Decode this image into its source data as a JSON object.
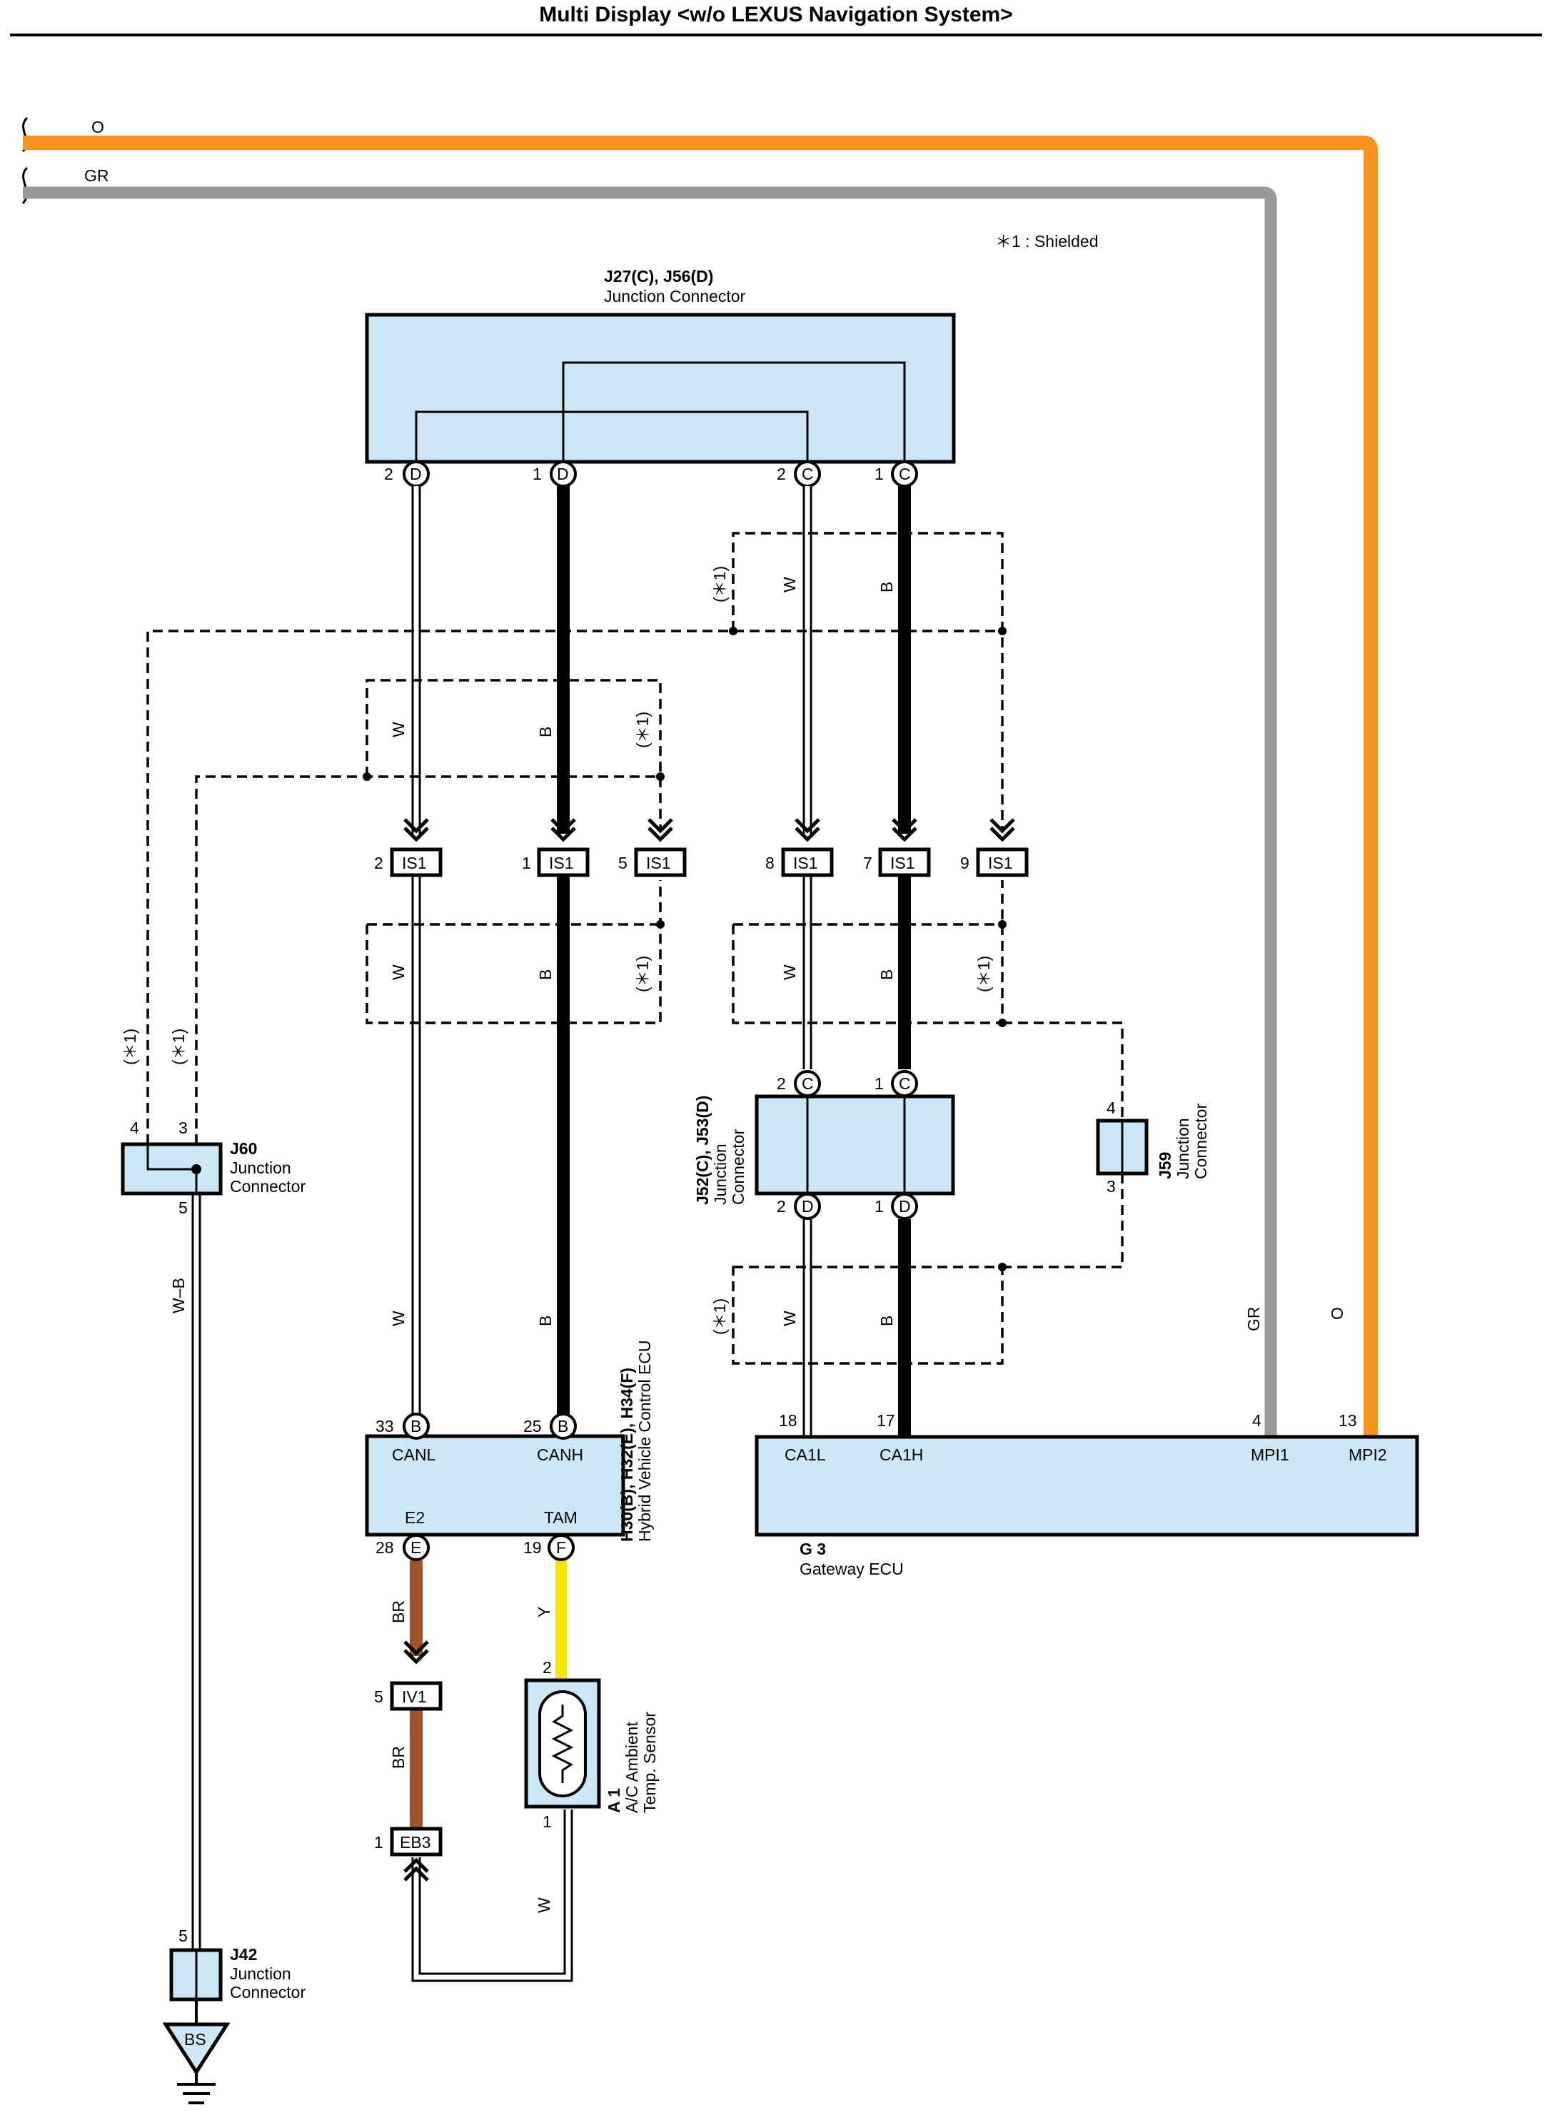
{
  "title": "Multi Display <w/o LEXUS Navigation System>",
  "note": "＊1 : Shielded",
  "colors": {
    "orange": "#f7931e",
    "gray": "#999999",
    "brown": "#a0522d",
    "yellow": "#f5e500",
    "white_wire": "#ffffff",
    "black_wire": "#000000",
    "box_fill": "#cce8f6"
  },
  "wire_codes": {
    "O": "O",
    "GR": "GR",
    "W": "W",
    "B": "B",
    "WB": "W–B",
    "BR": "BR",
    "Y": "Y",
    "shield": "(＊1)"
  },
  "connectors": {
    "j27": {
      "id": "J27(C), J56(D)",
      "name": "Junction Connector",
      "pins": [
        "2",
        "1",
        "2",
        "1"
      ],
      "letters": [
        "D",
        "D",
        "C",
        "C"
      ]
    },
    "is1": {
      "name": "IS1",
      "pins": [
        "2",
        "1",
        "5",
        "8",
        "7",
        "9"
      ]
    },
    "j52": {
      "id": "J52(C), J53(D)",
      "name_line1": "Junction",
      "name_line2": "Connector",
      "top_pins": [
        "2",
        "1"
      ],
      "top_letters": [
        "C",
        "C"
      ],
      "bottom_pins": [
        "2",
        "1"
      ],
      "bottom_letters": [
        "D",
        "D"
      ]
    },
    "j59": {
      "id": "J59",
      "name_line1": "Junction",
      "name_line2": "Connector",
      "pin_top": "4",
      "pin_bottom": "3"
    },
    "j60": {
      "id": "J60",
      "name_line1": "Junction",
      "name_line2": "Connector",
      "pin_a": "4",
      "pin_b": "3",
      "pin_c": "5"
    },
    "j42": {
      "id": "J42",
      "name_line1": "Junction",
      "name_line2": "Connector",
      "pin": "5"
    },
    "hv": {
      "id": "H30(B), H32(E), H34(F)",
      "name": "Hybrid Vehicle Control ECU",
      "pin_canl": "33",
      "pin_canh": "25",
      "pin_e2": "28",
      "pin_tam": "19",
      "let_canl": "B",
      "let_canh": "B",
      "let_e2": "E",
      "let_tam": "F",
      "canl": "CANL",
      "canh": "CANH",
      "e2": "E2",
      "tam": "TAM"
    },
    "g3": {
      "id": "G 3",
      "name": "Gateway ECU",
      "pin_ca1l": "18",
      "pin_ca1h": "17",
      "pin_mpi1": "4",
      "pin_mpi2": "13",
      "ca1l": "CA1L",
      "ca1h": "CA1H",
      "mpi1": "MPI1",
      "mpi2": "MPI2"
    },
    "iv1": {
      "name": "IV1",
      "pin": "5"
    },
    "eb3": {
      "name": "EB3",
      "pin": "1"
    },
    "a1": {
      "id": "A 1",
      "name_line1": "A/C Ambient",
      "name_line2": "Temp. Sensor",
      "pin_top": "2",
      "pin_bottom": "1"
    },
    "bs": {
      "name": "BS"
    }
  }
}
